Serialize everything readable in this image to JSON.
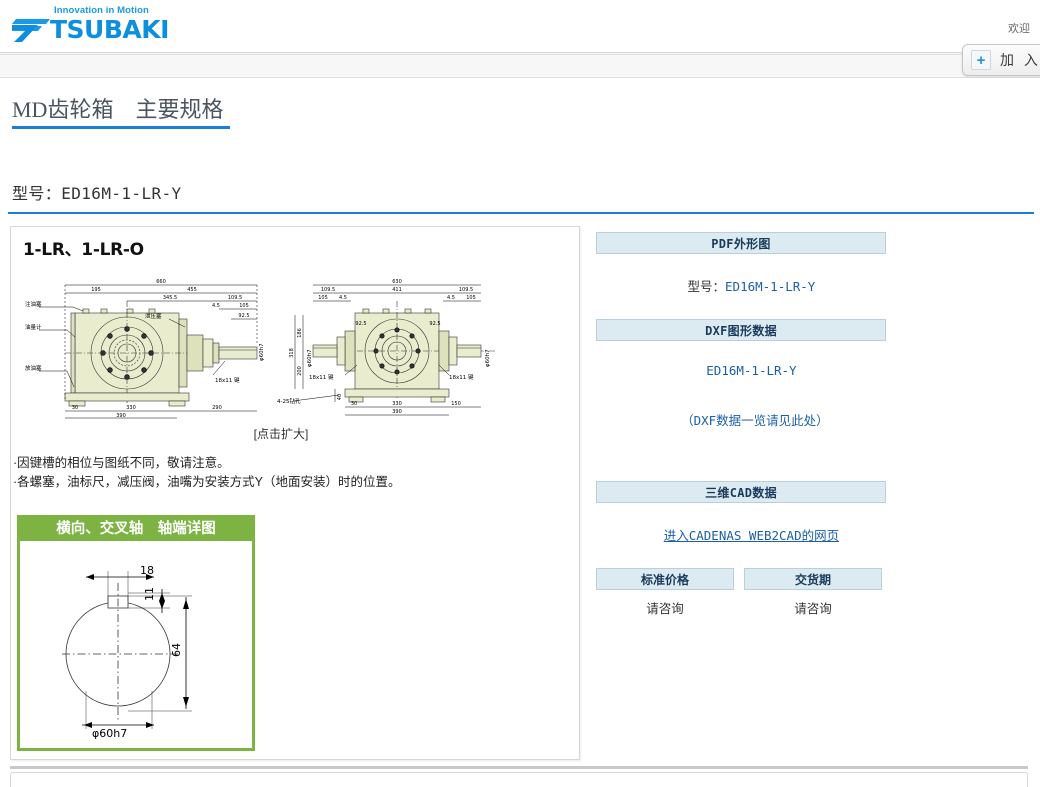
{
  "header": {
    "logo_tagline": "Innovation in Motion",
    "logo_wordmark": "TSUBAKI",
    "welcome_text": "欢迎",
    "join_button_label": "加 入",
    "join_button_icon": "plus-icon"
  },
  "title": {
    "page_title": "MD齿轮箱　主要规格",
    "model_line": "型号：ED16M-1-LR-Y"
  },
  "left_panel": {
    "section_title": "1-LR、1-LR-O",
    "click_enlarge": "[点击扩大]",
    "note1": "·因键槽的相位与图纸不同，敬请注意。",
    "note2": "·各螺塞，油标尺，减压阀，油嘴为安装方式Y（地面安装）时的位置。",
    "green_box": {
      "title": "横向、交叉轴　轴端详图",
      "dims": {
        "width_18": "18",
        "keyway_11": "11",
        "height_64": "64",
        "diameter": "φ60h7"
      }
    },
    "drawing_left": {
      "labels": {
        "fill_plug": "注油塞",
        "oil_gauge": "油量计",
        "drain_plug": "放油塞",
        "relief_plug": "泄压塞",
        "key": "18x11 键",
        "shaft_dia": "φ60h7"
      },
      "dims": [
        "660",
        "195",
        "455",
        "345.5",
        "109.5",
        "4.5",
        "105",
        "92.5",
        "330",
        "290",
        "390",
        "30"
      ]
    },
    "drawing_right": {
      "labels": {
        "key_left": "18x11 键",
        "key_right": "18x11 键",
        "drill": "4-25钻孔",
        "shaft_dia_left": "φ60h7",
        "shaft_dia_right": "φ60h7"
      },
      "dims": [
        "630",
        "109.5",
        "411",
        "109.5",
        "105",
        "4.5",
        "4.5",
        "105",
        "92.5",
        "92.5",
        "186",
        "318",
        "200",
        "330",
        "390",
        "150",
        "30",
        "40"
      ]
    }
  },
  "right_panel": {
    "pdf_header": "PDF外形图",
    "pdf_model_prefix": "型号：",
    "pdf_model_link": "ED16M-1-LR-Y",
    "dxf_header": "DXF图形数据",
    "dxf_link": "ED16M-1-LR-Y",
    "dxf_note": "（DXF数据一览请见此处）",
    "cad_header": "三维CAD数据",
    "cad_link": "进入CADENAS WEB2CAD的网页",
    "price_header": "标准价格",
    "delivery_header": "交货期",
    "price_value": "请咨询",
    "delivery_value": "请咨询"
  },
  "footer": {
    "text": ""
  },
  "colors": {
    "brand_blue": "#0d8fe0",
    "rule_blue": "#1a7fd4",
    "bar_bg": "#dcebf2",
    "bar_border": "#b9cfdc",
    "link_blue": "#1b5fa8",
    "green": "#7cb342",
    "body_fill": "#e9edce"
  }
}
